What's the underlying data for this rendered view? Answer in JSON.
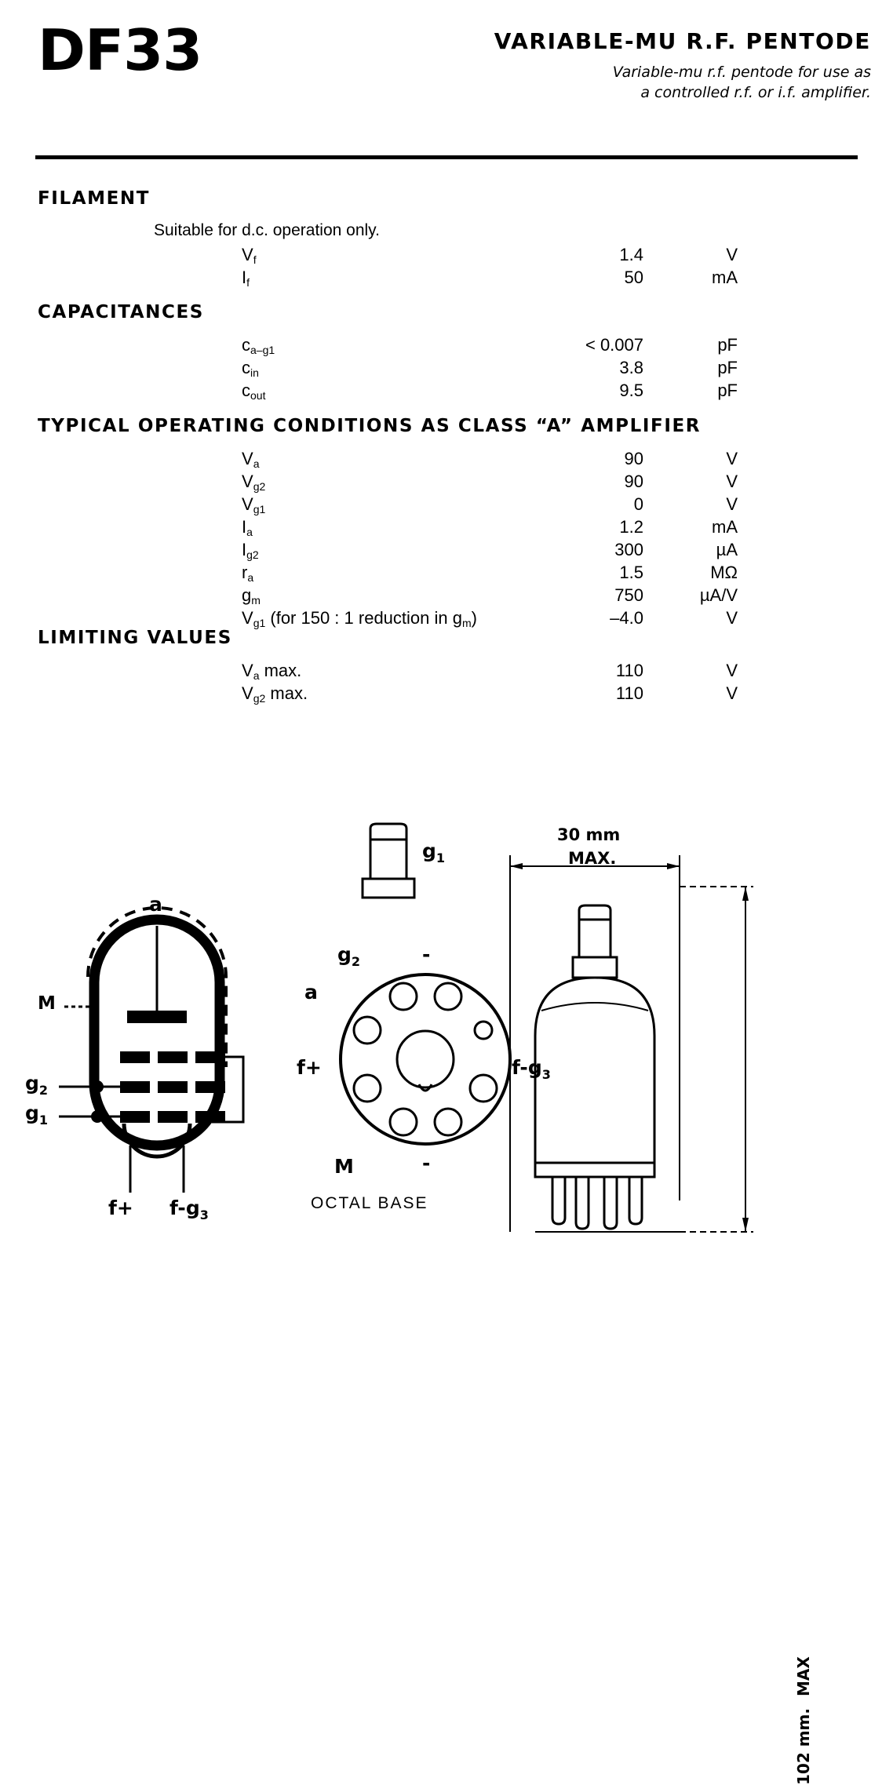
{
  "header": {
    "type_number": "DF33",
    "title": "VARIABLE-MU R.F. PENTODE",
    "subtitle_line1": "Variable-mu r.f. pentode for use as",
    "subtitle_line2": "a controlled r.f. or i.f. amplifier."
  },
  "sections": [
    {
      "heading": "FILAMENT",
      "note": "Suitable for d.c. operation only.",
      "rows": [
        {
          "symbol": "V",
          "sub": "f",
          "value": "1.4",
          "unit": "V"
        },
        {
          "symbol": "I",
          "sub": "f",
          "value": "50",
          "unit": "mA"
        }
      ]
    },
    {
      "heading": "CAPACITANCES",
      "note": "",
      "rows": [
        {
          "symbol": "c",
          "sub": "a–g1",
          "value": "< 0.007",
          "unit": "pF"
        },
        {
          "symbol": "c",
          "sub": "in",
          "value": "3.8",
          "unit": "pF"
        },
        {
          "symbol": "c",
          "sub": "out",
          "value": "9.5",
          "unit": "pF"
        }
      ]
    },
    {
      "heading": "TYPICAL OPERATING CONDITIONS AS CLASS “A” AMPLIFIER",
      "note": "",
      "rows": [
        {
          "symbol": "V",
          "sub": "a",
          "value": "90",
          "unit": "V"
        },
        {
          "symbol": "V",
          "sub": "g2",
          "value": "90",
          "unit": "V"
        },
        {
          "symbol": "V",
          "sub": "g1",
          "value": "0",
          "unit": "V"
        },
        {
          "symbol": "I",
          "sub": "a",
          "value": "1.2",
          "unit": "mA"
        },
        {
          "symbol": "I",
          "sub": "g2",
          "value": "300",
          "unit": "µA"
        },
        {
          "symbol": "r",
          "sub": "a",
          "value": "1.5",
          "unit": "MΩ"
        },
        {
          "symbol": "g",
          "sub": "m",
          "value": "750",
          "unit": "µA/V"
        },
        {
          "symbol": "V",
          "sub": "g1",
          "suffix": " (for 150 : 1 reduction in g",
          "suffix_sub": "m",
          "suffix_end": ")",
          "value": "–4.0",
          "unit": "V"
        }
      ]
    },
    {
      "heading": "LIMITING VALUES",
      "note": "",
      "rows": [
        {
          "symbol": "V",
          "sub": "a",
          "suffix": " max.",
          "value": "110",
          "unit": "V"
        },
        {
          "symbol": "V",
          "sub": "g2",
          "suffix": " max.",
          "value": "110",
          "unit": "V"
        }
      ]
    }
  ],
  "diagrams": {
    "electrode": {
      "label_anode": "a",
      "label_shield": "M",
      "label_g2": "g",
      "label_g2_sub": "2",
      "label_g1": "g",
      "label_g1_sub": "1",
      "label_fplus": "f+",
      "label_fminus": "f-g",
      "label_fminus_sub": "3"
    },
    "base": {
      "caption": "OCTAL BASE",
      "top_cap_label": "g",
      "top_cap_sub": "1",
      "label_g2": "g",
      "label_g2_sub": "2",
      "label_a": "a",
      "label_fplus": "f+",
      "label_fg3": "f-g",
      "label_fg3_sub": "3",
      "label_m": "M",
      "label_blank_top": "-",
      "label_blank_bottom": "-"
    },
    "outline": {
      "width_dim": "30 mm",
      "width_dim_note": "MAX.",
      "height_dim": "102 mm.",
      "height_dim_note": "MAX"
    }
  }
}
